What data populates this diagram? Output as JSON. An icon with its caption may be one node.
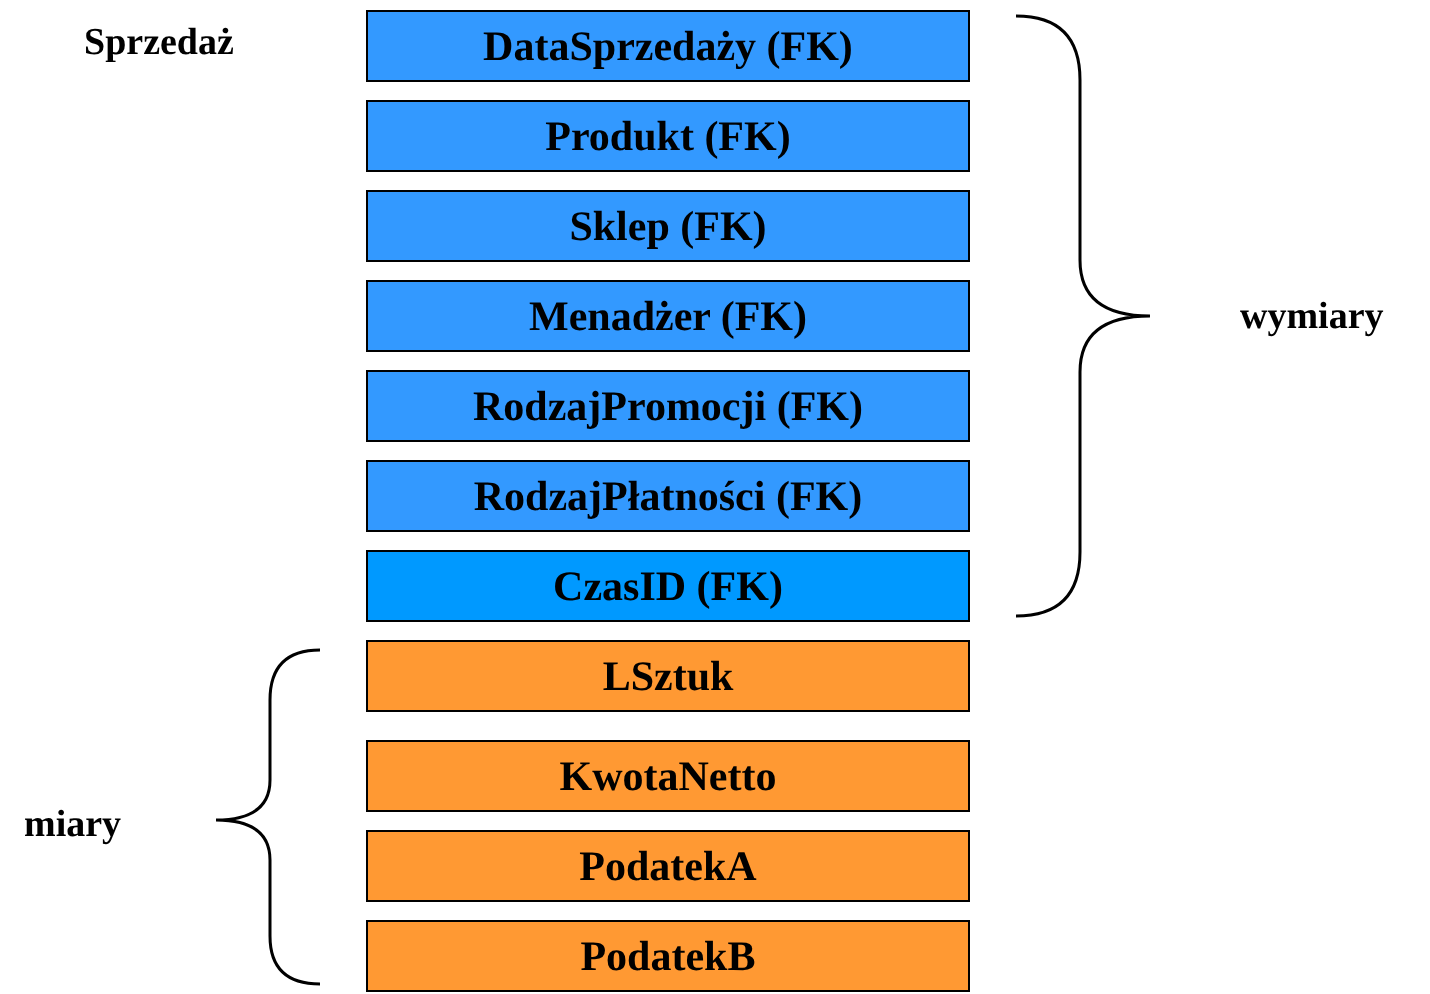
{
  "diagram": {
    "title": "Sprzedaż",
    "nodes": [
      {
        "text": [
          "DataSprzedaży (FK)"
        ]
      },
      {
        "text": [
          "Produkt (FK)"
        ]
      },
      {
        "text": [
          "Sklep (FK)"
        ]
      },
      {
        "text": [
          "Menadżer (FK)"
        ]
      },
      {
        "text": [
          "RodzajPromocji (FK)"
        ]
      },
      {
        "text": [
          "RodzajPłatności (FK)"
        ]
      },
      {
        "text": [
          "CzasID (FK)"
        ]
      },
      {
        "text": [
          "LSztuk"
        ]
      },
      {
        "text": [
          "KwotaNetto"
        ]
      },
      {
        "text": [
          "PodatekA"
        ]
      },
      {
        "text": [
          "PodatekB"
        ]
      }
    ],
    "labels": [
      "wymiary",
      "miary"
    ]
  }
}
